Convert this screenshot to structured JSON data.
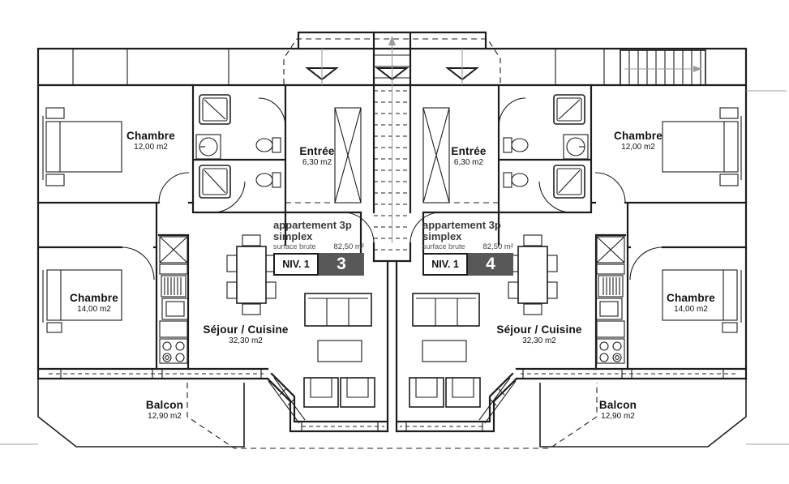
{
  "colors": {
    "ink": "#1d1d1d",
    "badge_bg": "#585858",
    "badge_fg": "#ffffff",
    "paper": "#ffffff",
    "guide": "#9c9c9c"
  },
  "apartments": [
    {
      "side": "left",
      "unit": "3",
      "level": "NIV. 1",
      "type_line1": "appartement 3p",
      "type_line2": "simplex",
      "surface_label": "surface brute",
      "surface_value": "82,50 m²",
      "rooms": {
        "bedroom1": {
          "name": "Chambre",
          "area": "12,00 m2"
        },
        "bedroom2": {
          "name": "Chambre",
          "area": "14,00 m2"
        },
        "entry": {
          "name": "Entrée",
          "area": "6,30 m2"
        },
        "living": {
          "name": "Séjour / Cuisine",
          "area": "32,30 m2"
        },
        "balcony": {
          "name": "Balcon",
          "area": "12,90 m2"
        }
      }
    },
    {
      "side": "right",
      "unit": "4",
      "level": "NIV. 1",
      "type_line1": "appartement 3p",
      "type_line2": "simplex",
      "surface_label": "surface brute",
      "surface_value": "82,50 m²",
      "rooms": {
        "bedroom1": {
          "name": "Chambre",
          "area": "12,00 m2"
        },
        "bedroom2": {
          "name": "Chambre",
          "area": "14,00 m2"
        },
        "entry": {
          "name": "Entrée",
          "area": "6,30 m2"
        },
        "living": {
          "name": "Séjour / Cuisine",
          "area": "32,30 m2"
        },
        "balcony": {
          "name": "Balcon",
          "area": "12,90 m2"
        }
      }
    }
  ]
}
